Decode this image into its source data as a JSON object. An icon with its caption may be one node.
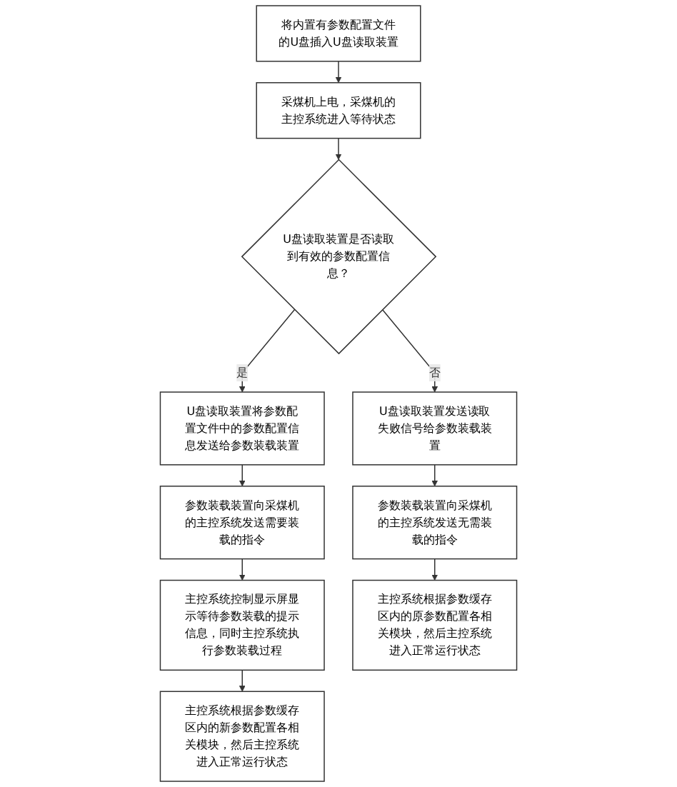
{
  "diagram": {
    "nodes": [
      {
        "text": [
          "将内置有参数配置文件的U盘插入U盘读取装置"
        ]
      },
      {
        "text": [
          "采煤机上电，采煤机的主控系统进入等待状态"
        ]
      },
      {
        "text": [
          "U盘读取装置是否读取到有效的参数配置信息？"
        ]
      },
      {
        "text": [
          "U盘读取装置将参数配置文件中的参数配置信息发送给参数装载装置"
        ]
      },
      {
        "text": [
          "参数装载装置向采煤机的主控系统发送需要装载的指令"
        ]
      },
      {
        "text": [
          "主控系统控制显示屏显示等待参数装载的提示信息，同时主控系统执行参数装载过程"
        ]
      },
      {
        "text": [
          "主控系统根据参数缓存区内的新参数配置各相关模块，然后主控系统进入正常运行状态"
        ]
      },
      {
        "text": [
          "U盘读取装置发送读取失败信号给参数装载装置"
        ]
      },
      {
        "text": [
          "参数装载装置向采煤机的主控系统发送无需装载的指令"
        ]
      },
      {
        "text": [
          "主控系统根据参数缓存区内的原参数配置各相关模块，然后主控系统进入正常运行状态"
        ]
      }
    ],
    "edges": [
      {
        "from": 0,
        "to": 1,
        "arrow": "to"
      },
      {
        "from": 1,
        "to": 2,
        "arrow": "to"
      },
      {
        "from": 2,
        "to": 3,
        "arrow": "to",
        "label": "是"
      },
      {
        "from": 3,
        "to": 4,
        "arrow": "to"
      },
      {
        "from": 4,
        "to": 5,
        "arrow": "to"
      },
      {
        "from": 5,
        "to": 6,
        "arrow": "to"
      },
      {
        "from": 2,
        "to": 7,
        "arrow": "to",
        "label": "否"
      },
      {
        "from": 7,
        "to": 8,
        "arrow": "to"
      },
      {
        "from": 8,
        "to": 9,
        "arrow": "to"
      }
    ]
  }
}
